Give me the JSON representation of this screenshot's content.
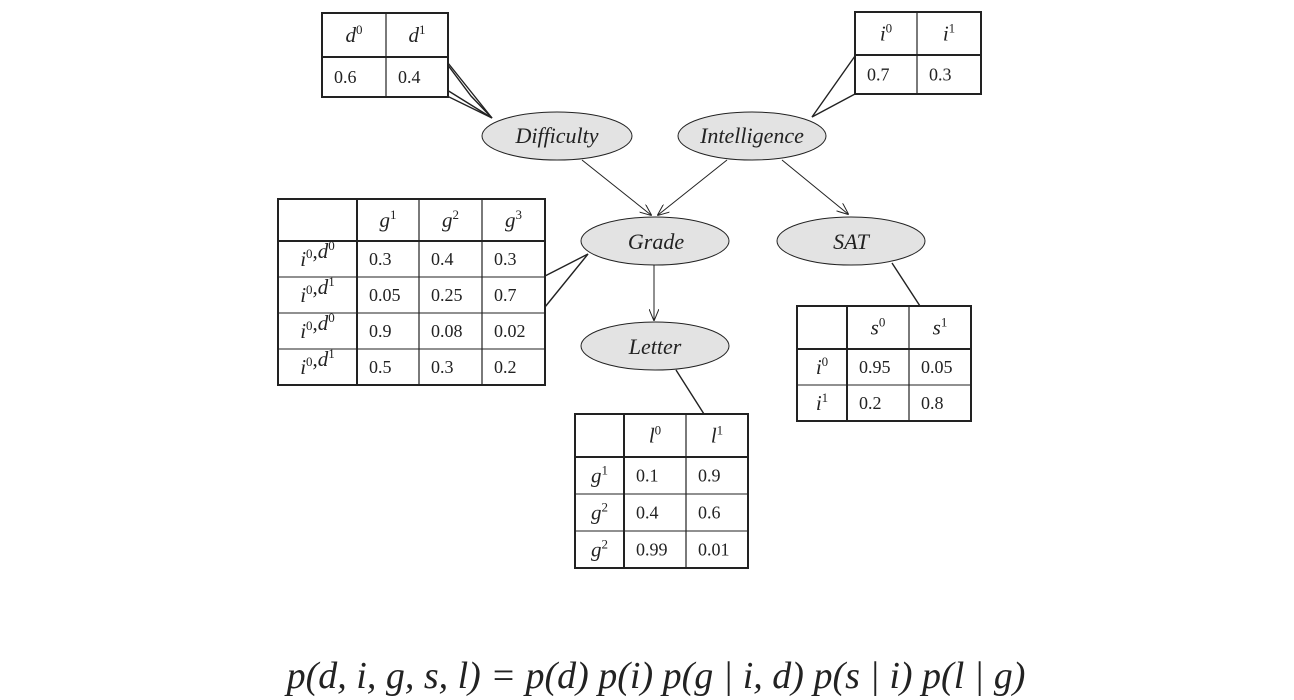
{
  "nodes": {
    "difficulty": "Difficulty",
    "intelligence": "Intelligence",
    "grade": "Grade",
    "sat": "SAT",
    "letter": "Letter"
  },
  "cpds": {
    "difficulty": {
      "columns": [
        [
          "d",
          "0"
        ],
        [
          "d",
          "1"
        ]
      ],
      "rows": [
        {
          "label": [],
          "values": [
            "0.6",
            "0.4"
          ]
        }
      ]
    },
    "intelligence": {
      "columns": [
        [
          "i",
          "0"
        ],
        [
          "i",
          "1"
        ]
      ],
      "rows": [
        {
          "label": [],
          "values": [
            "0.7",
            "0.3"
          ]
        }
      ]
    },
    "grade": {
      "columns": [
        [
          "g",
          "1"
        ],
        [
          "g",
          "2"
        ],
        [
          "g",
          "3"
        ]
      ],
      "rows": [
        {
          "label": [
            [
              "i",
              "0"
            ],
            [
              "d",
              "0"
            ]
          ],
          "values": [
            "0.3",
            "0.4",
            "0.3"
          ]
        },
        {
          "label": [
            [
              "i",
              "0"
            ],
            [
              "d",
              "1"
            ]
          ],
          "values": [
            "0.05",
            "0.25",
            "0.7"
          ]
        },
        {
          "label": [
            [
              "i",
              "0"
            ],
            [
              "d",
              "0"
            ]
          ],
          "values": [
            "0.9",
            "0.08",
            "0.02"
          ]
        },
        {
          "label": [
            [
              "i",
              "0"
            ],
            [
              "d",
              "1"
            ]
          ],
          "values": [
            "0.5",
            "0.3",
            "0.2"
          ]
        }
      ]
    },
    "sat": {
      "columns": [
        [
          "s",
          "0"
        ],
        [
          "s",
          "1"
        ]
      ],
      "rows": [
        {
          "label": [
            [
              "i",
              "0"
            ]
          ],
          "values": [
            "0.95",
            "0.05"
          ]
        },
        {
          "label": [
            [
              "i",
              "1"
            ]
          ],
          "values": [
            "0.2",
            "0.8"
          ]
        }
      ]
    },
    "letter": {
      "columns": [
        [
          "l",
          "0"
        ],
        [
          "l",
          "1"
        ]
      ],
      "rows": [
        {
          "label": [
            [
              "g",
              "1"
            ]
          ],
          "values": [
            "0.1",
            "0.9"
          ]
        },
        {
          "label": [
            [
              "g",
              "2"
            ]
          ],
          "values": [
            "0.4",
            "0.6"
          ]
        },
        {
          "label": [
            [
              "g",
              "2"
            ]
          ],
          "values": [
            "0.99",
            "0.01"
          ]
        }
      ]
    }
  },
  "formula": "p(d, i, g, s, l) = p(d) p(i) p(g | i, d) p(s | i)  p(l | g)"
}
